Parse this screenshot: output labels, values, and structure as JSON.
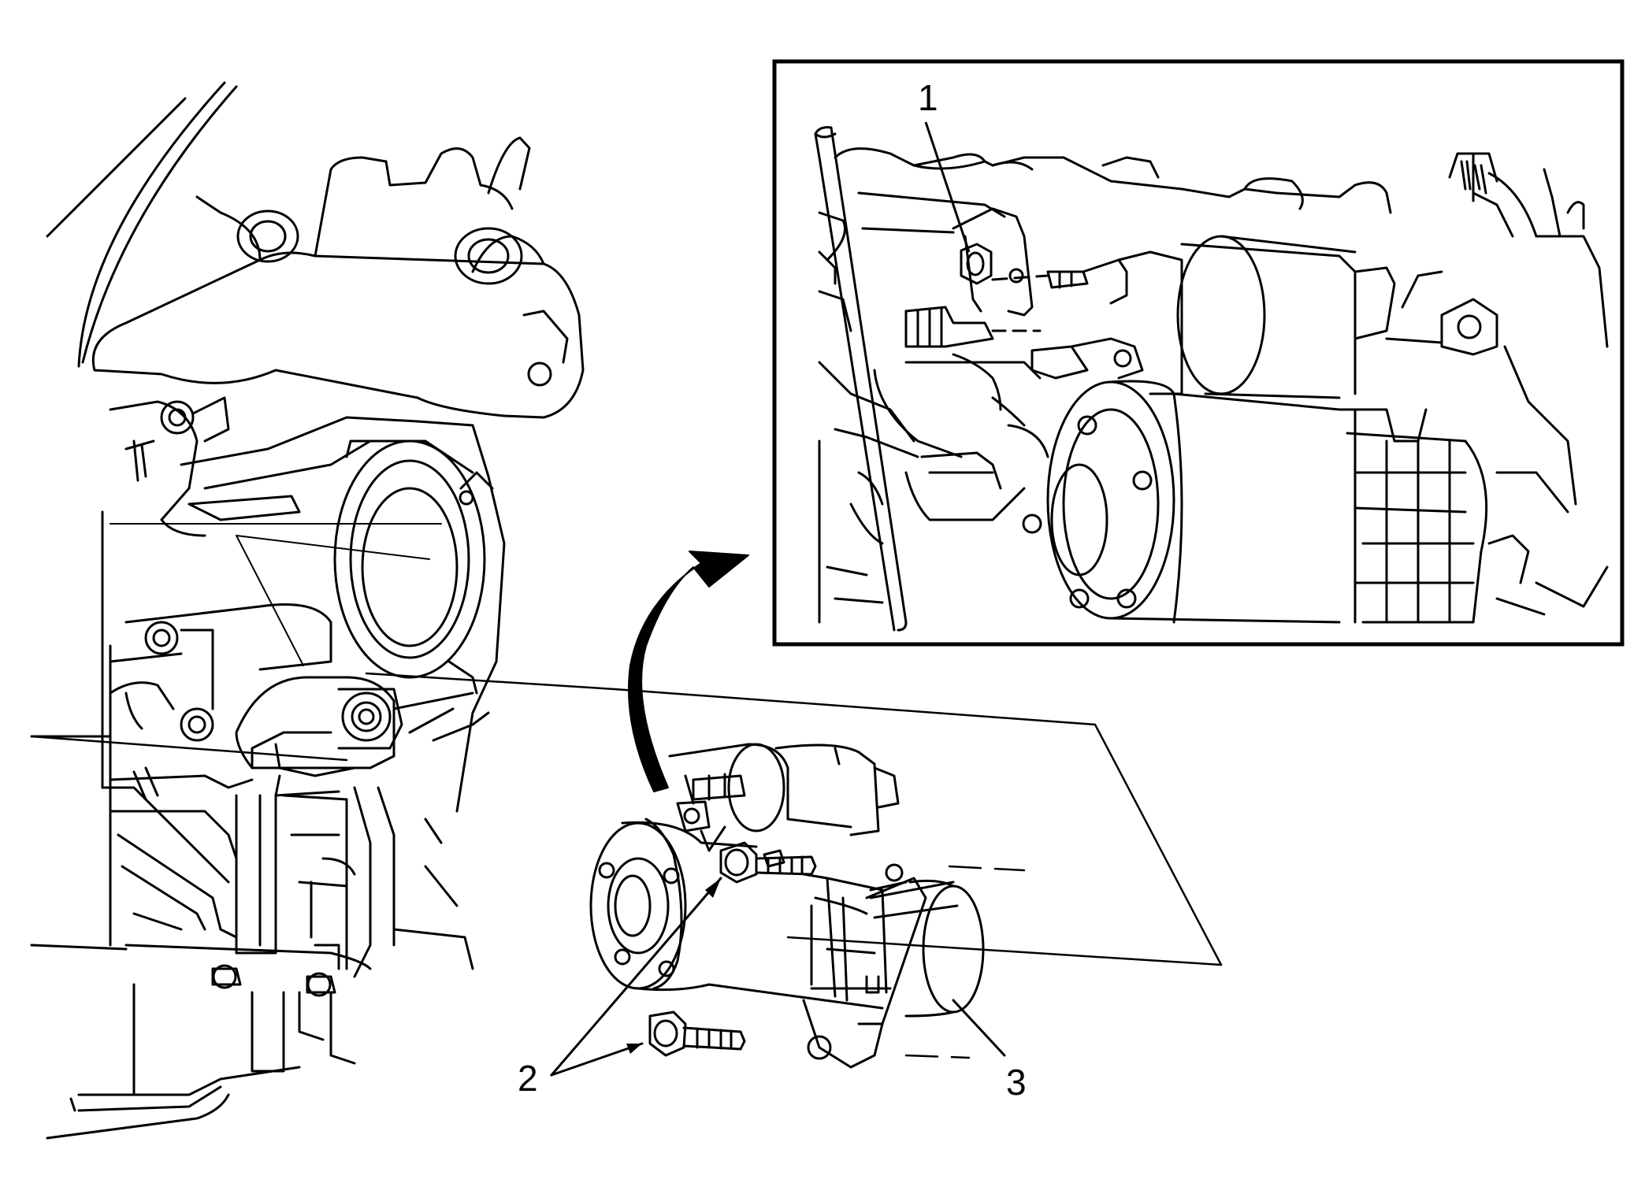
{
  "callouts": {
    "c1": "1",
    "c2": "2",
    "c3": "3"
  },
  "colors": {
    "line": "#000000",
    "background": "#ffffff"
  },
  "icons": {
    "detail_arrow": "curved-arrow-icon"
  }
}
